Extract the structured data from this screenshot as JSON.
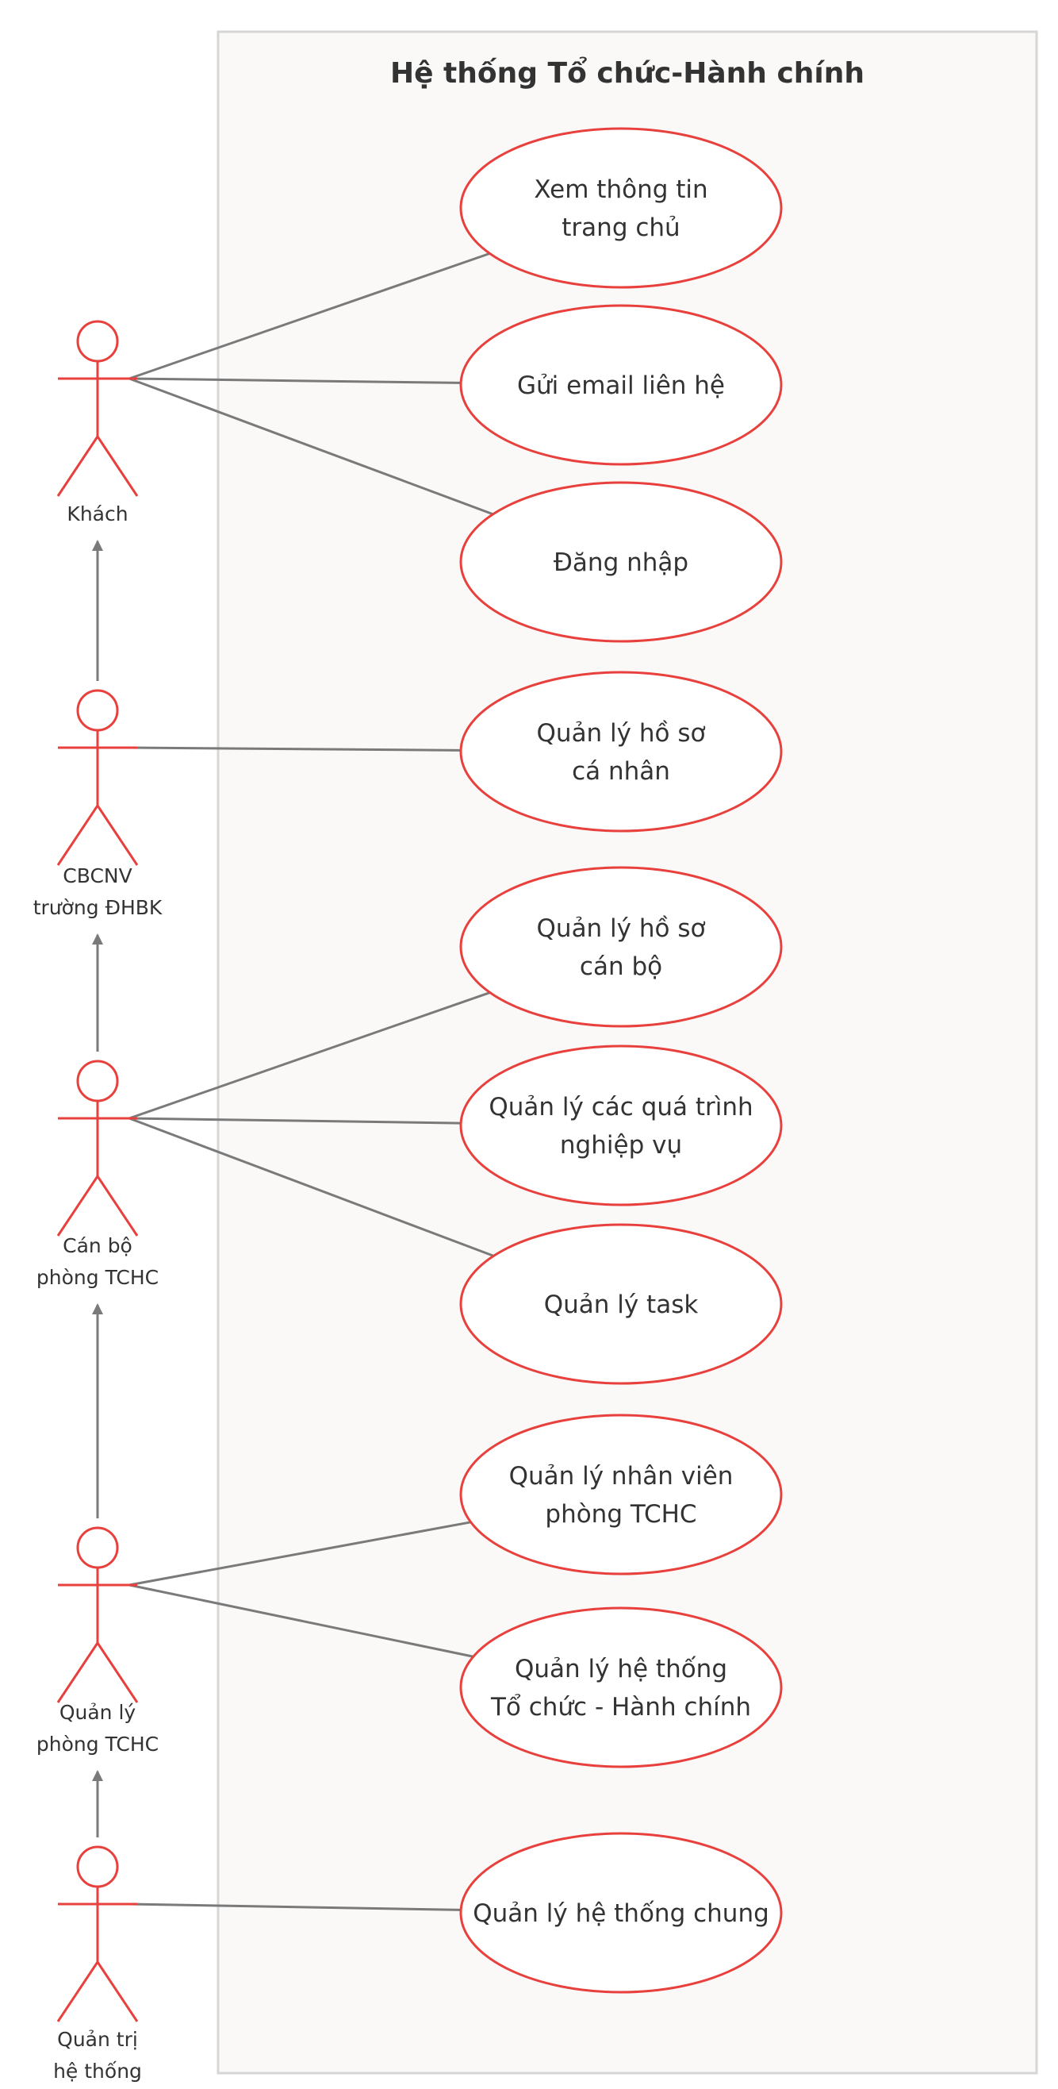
{
  "system": {
    "title": "Hệ thống Tổ chức-Hành chính"
  },
  "colors": {
    "usecase_stroke": "#e8403c",
    "actor_stroke": "#e8403c",
    "line": "#7a7a7a",
    "boundary_fill": "#faf9f8",
    "boundary_stroke": "#d6d6d6",
    "text": "#333333"
  },
  "actors": [
    {
      "id": "khach",
      "lines": [
        "Khách"
      ]
    },
    {
      "id": "cbcnv",
      "lines": [
        "CBCNV",
        "trường ĐHBK"
      ]
    },
    {
      "id": "canbo",
      "lines": [
        "Cán bộ",
        "phòng TCHC"
      ]
    },
    {
      "id": "quanly",
      "lines": [
        "Quản lý",
        "phòng TCHC"
      ]
    },
    {
      "id": "quantri",
      "lines": [
        "Quản trị",
        "hệ thống"
      ]
    }
  ],
  "usecases": [
    {
      "id": "uc1",
      "lines": [
        "Xem thông tin",
        "trang chủ"
      ]
    },
    {
      "id": "uc2",
      "lines": [
        "Gửi email liên hệ"
      ]
    },
    {
      "id": "uc3",
      "lines": [
        "Đăng nhập"
      ]
    },
    {
      "id": "uc4",
      "lines": [
        "Quản lý hồ sơ",
        "cá nhân"
      ]
    },
    {
      "id": "uc5",
      "lines": [
        "Quản lý hồ sơ",
        "cán bộ"
      ]
    },
    {
      "id": "uc6",
      "lines": [
        "Quản lý các quá trình",
        "nghiệp vụ"
      ]
    },
    {
      "id": "uc7",
      "lines": [
        "Quản lý task"
      ]
    },
    {
      "id": "uc8",
      "lines": [
        "Quản lý nhân viên",
        "phòng TCHC"
      ]
    },
    {
      "id": "uc9",
      "lines": [
        "Quản lý hệ thống",
        "Tổ chức - Hành chính"
      ]
    },
    {
      "id": "uc10",
      "lines": [
        "Quản lý hệ thống chung"
      ]
    }
  ],
  "associations": [
    [
      "khach",
      "uc1"
    ],
    [
      "khach",
      "uc2"
    ],
    [
      "khach",
      "uc3"
    ],
    [
      "cbcnv",
      "uc4"
    ],
    [
      "canbo",
      "uc5"
    ],
    [
      "canbo",
      "uc6"
    ],
    [
      "canbo",
      "uc7"
    ],
    [
      "quanly",
      "uc8"
    ],
    [
      "quanly",
      "uc9"
    ],
    [
      "quantri",
      "uc10"
    ]
  ],
  "generalizations": [
    [
      "cbcnv",
      "khach"
    ],
    [
      "canbo",
      "cbcnv"
    ],
    [
      "quanly",
      "canbo"
    ],
    [
      "quantri",
      "quanly"
    ]
  ]
}
